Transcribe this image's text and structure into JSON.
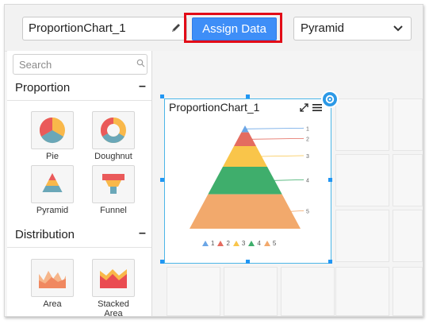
{
  "toolbar": {
    "chart_name": "ProportionChart_1",
    "assign_label": "Assign Data",
    "chart_type": "Pyramid"
  },
  "sidebar": {
    "search_placeholder": "Search",
    "sections": [
      {
        "title": "Proportion",
        "toggle": "–",
        "items": [
          {
            "label": "Pie",
            "icon": "pie-chart-icon"
          },
          {
            "label": "Doughnut",
            "icon": "doughnut-chart-icon"
          },
          {
            "label": "Pyramid",
            "icon": "pyramid-chart-icon"
          },
          {
            "label": "Funnel",
            "icon": "funnel-chart-icon"
          }
        ]
      },
      {
        "title": "Distribution",
        "toggle": "–",
        "items": [
          {
            "label": "Area",
            "icon": "area-chart-icon"
          },
          {
            "label": "Stacked Area",
            "icon": "stacked-area-chart-icon"
          }
        ]
      }
    ]
  },
  "widget": {
    "title": "ProportionChart_1",
    "icons": [
      "expand-icon",
      "menu-icon",
      "gear-icon"
    ]
  },
  "chart_data": {
    "type": "pyramid",
    "categories": [
      "1",
      "2",
      "3",
      "4",
      "5"
    ],
    "values": [
      1,
      2,
      3,
      4,
      5
    ],
    "colors": [
      "#6ba6e6",
      "#e46c60",
      "#f9c54a",
      "#3fae6c",
      "#f2a96c"
    ],
    "legend_position": "bottom"
  }
}
